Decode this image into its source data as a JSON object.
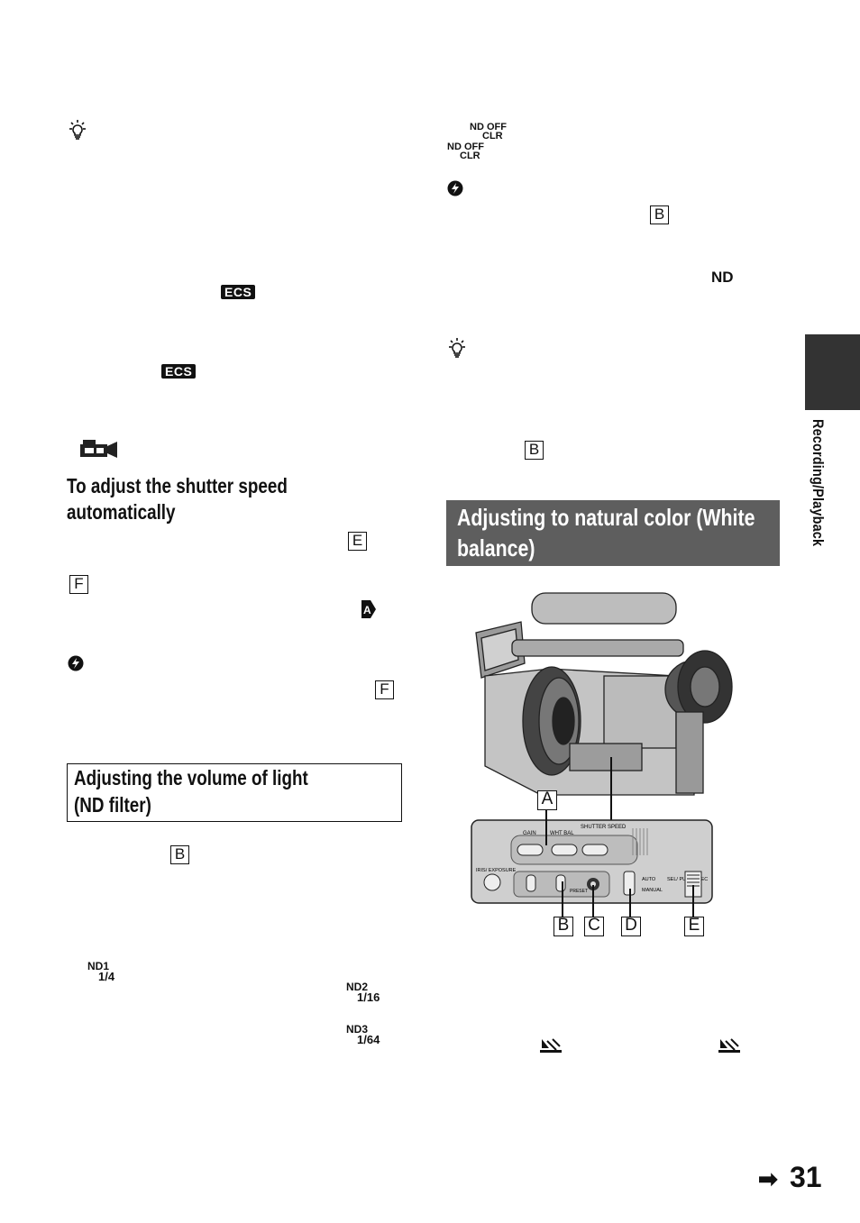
{
  "side_tab": {
    "label": "Recording/Playback"
  },
  "left_column": {
    "subheading": "To adjust the shutter speed automatically",
    "subheading_line1": "To adjust the shutter speed",
    "subheading_line2": "automatically",
    "section_title_line1": "Adjusting the volume of light",
    "section_title_line2": " (ND filter)",
    "labels": {
      "E": "E",
      "F1": "F",
      "F2": "F",
      "B": "B"
    },
    "badges": {
      "ecs1": "ECS",
      "ecs2": "ECS",
      "auto_mark": "A"
    },
    "nd1": {
      "top": "ND1",
      "sub": "1/4"
    },
    "nd2": {
      "top": "ND2",
      "sub": "1/16"
    },
    "nd3": {
      "top": "ND3",
      "sub": "1/64"
    }
  },
  "right_column": {
    "ndoff_a": {
      "top": "ND OFF",
      "sub": "CLR"
    },
    "ndoff_b": {
      "top": "ND OFF",
      "sub": "CLR"
    },
    "labels": {
      "B1": "B",
      "B2": "B"
    },
    "nd_mark": "ND",
    "section_title_line1": "Adjusting to natural color (White",
    "section_title_line2": "balance)",
    "figure_callouts": [
      "A",
      "B",
      "C",
      "D",
      "E"
    ],
    "panel_text": {
      "gain": "GAIN",
      "wht_bal": "WHT BAL",
      "shutter_speed": "SHUTTER SPEED",
      "iris_exposure": "IRIS/ EXPOSURE",
      "auto": "AUTO",
      "manual": "MANUAL",
      "sel_push_exec": "SEL/ PUSH EXEC",
      "preset": "PRESET"
    }
  },
  "footer": {
    "page_number": "31",
    "arrow": "➡"
  }
}
